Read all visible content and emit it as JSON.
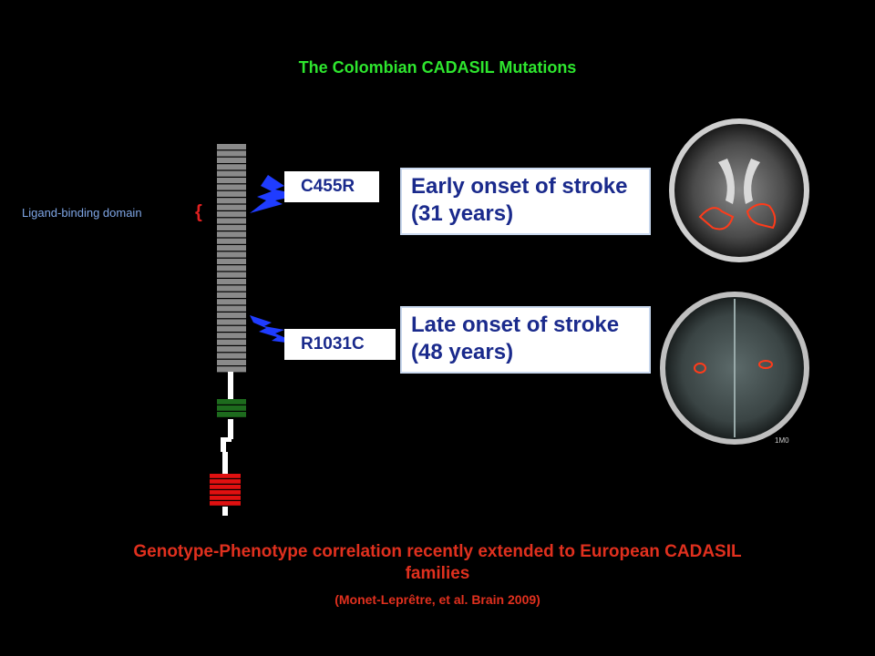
{
  "title": "The Colombian CADASIL Mutations",
  "ligand_label": "Ligand-binding domain",
  "brace_glyph": "{",
  "mutations": [
    {
      "label": "C455R",
      "phenotype_line1": "Early onset of stroke",
      "phenotype_line2": "(31 years)"
    },
    {
      "label": "R1031C",
      "phenotype_line1": "Late onset of stroke",
      "phenotype_line2": "(48 years)"
    }
  ],
  "footer_line1": "Genotype-Phenotype correlation recently extended to European CADASIL",
  "footer_line2": "families",
  "citation": "(Monet-Leprêtre, et al. Brain 2009)",
  "mri_scan_label": "1M0",
  "colors": {
    "title": "#2ee62e",
    "egf_repeats": "#8a8a8a",
    "lnr_domain": "#1d6b1d",
    "ankyrin_domain": "#e01010",
    "mutation_text": "#1a2a8c",
    "lesion_outline": "#ff3b1a",
    "bolt": "#1f3cff"
  }
}
